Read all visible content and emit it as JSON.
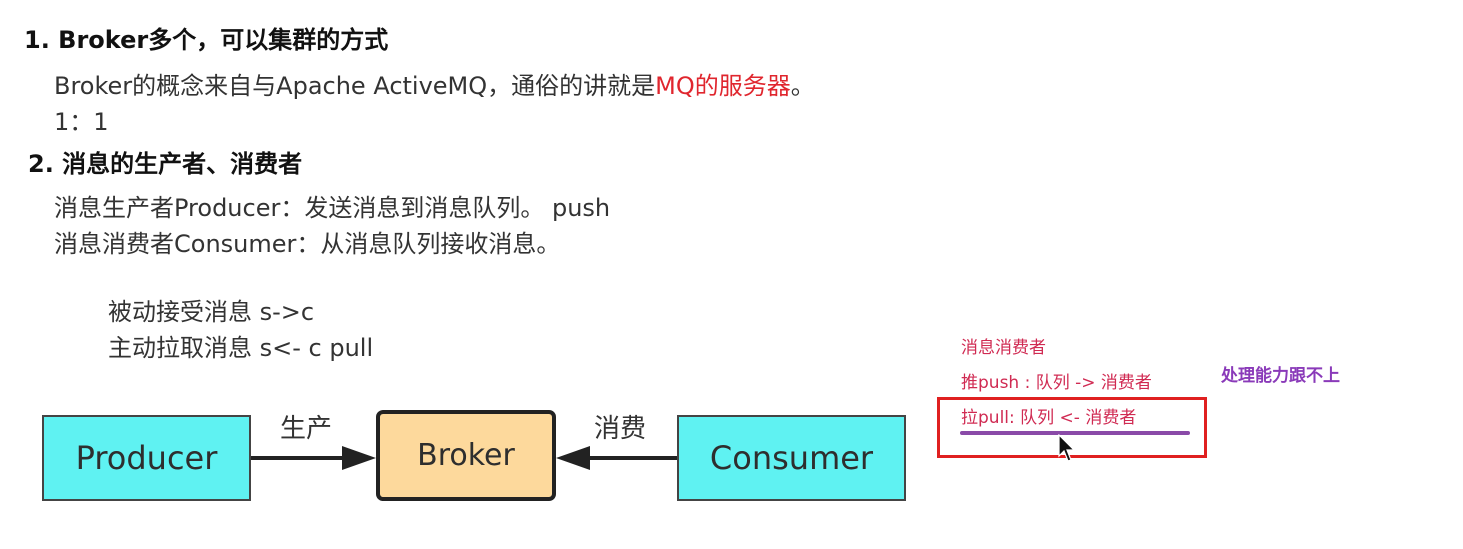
{
  "section1": {
    "title": "1. Broker多个，可以集群的方式",
    "desc_prefix": "Broker的概念来自与Apache ActiveMQ，通俗的讲就是",
    "desc_highlight": "MQ的服务器",
    "desc_suffix": "。",
    "ratio": "1：1"
  },
  "section2": {
    "title": "2. 消息的生产者、消费者",
    "producer_line": "消息生产者Producer：发送消息到消息队列。 push",
    "consumer_line": "消息消费者Consumer：从消息队列接收消息。",
    "passive_line": "被动接受消息 s->c",
    "active_line": "主动拉取消息 s<- c   pull"
  },
  "diagram": {
    "producer": "Producer",
    "broker": "Broker",
    "consumer": "Consumer",
    "produce_label": "生产",
    "consume_label": "消费"
  },
  "notes": {
    "title": "消息消费者",
    "push_line": "推push : 队列 -> 消费者",
    "pull_line": "拉pull:  队列 <- 消费者",
    "side_note": "处理能力跟不上"
  },
  "colors": {
    "highlight_red": "#e0262e",
    "box_cyan": "#5ff2f2",
    "box_orange": "#fdd99c",
    "annotation_pink": "#d02a52",
    "annotation_purple": "#8a3ab9",
    "frame_red": "#e02020"
  }
}
